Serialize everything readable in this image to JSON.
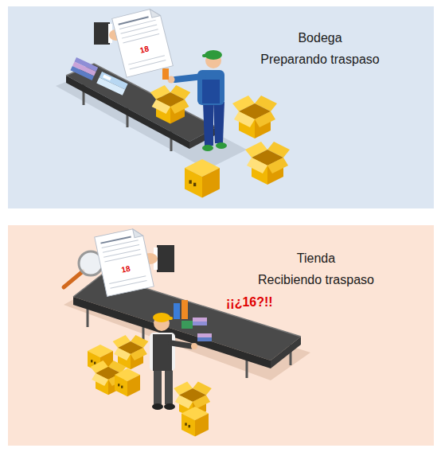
{
  "diagram": {
    "nodes": [
      {
        "text": [
          "Bodega",
          "Preparando traspaso"
        ]
      },
      {
        "text": [
          "18"
        ],
        "in": 0
      },
      {
        "text": [
          "Tienda",
          "Recibiendo traspaso"
        ]
      },
      {
        "text": [
          "18"
        ],
        "in": 2
      }
    ],
    "labels": [
      "¡¡¿16?!!"
    ]
  }
}
